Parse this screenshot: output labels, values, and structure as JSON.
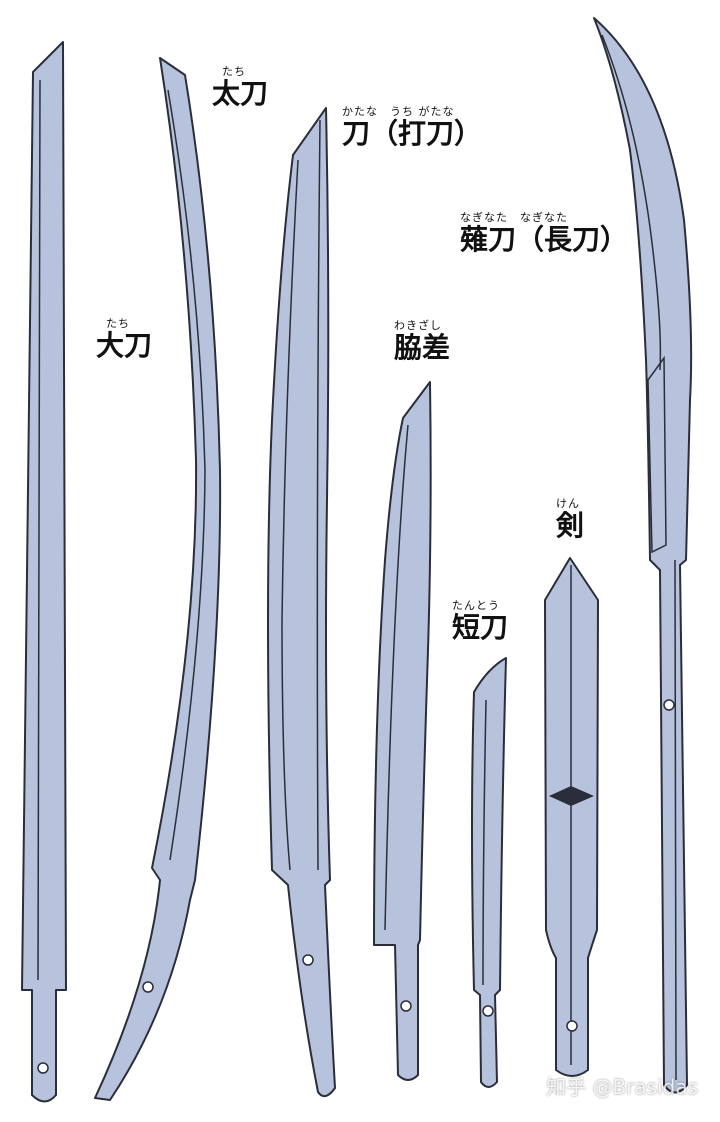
{
  "labels": {
    "daito": {
      "ruby": "たち",
      "text": "大刀"
    },
    "tachi": {
      "ruby": "たち",
      "text": "太刀"
    },
    "katana": {
      "ruby": "かたな　うち がたな",
      "text": "刀（打刀）"
    },
    "naginata": {
      "ruby": "なぎなた　なぎなた",
      "text": "薙刀（長刀）"
    },
    "wakizashi": {
      "ruby": "わきざし",
      "text": "脇差"
    },
    "ken": {
      "ruby": "けん",
      "text": "剣"
    },
    "tanto": {
      "ruby": "たんとう",
      "text": "短刀"
    }
  },
  "watermark": "知乎 @Brasidas",
  "colors": {
    "blade": "#b7c3dd",
    "outline": "#2a2e3a",
    "background": "#ffffff"
  }
}
